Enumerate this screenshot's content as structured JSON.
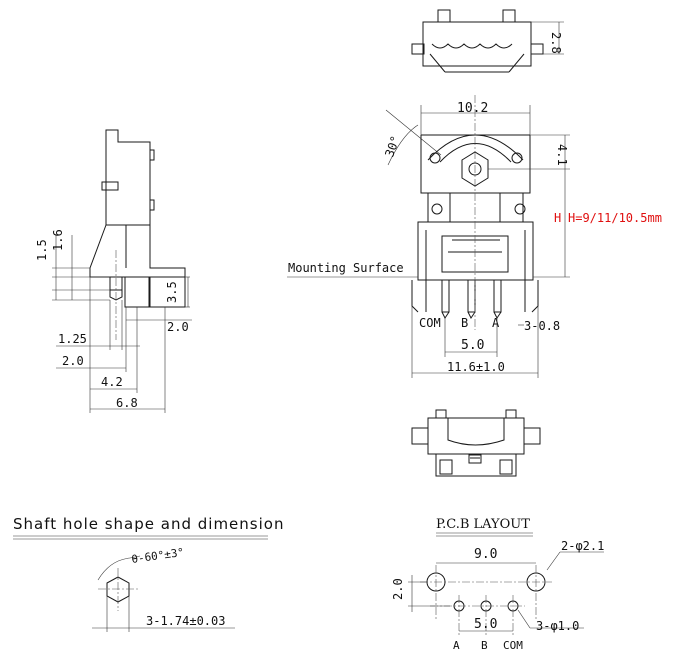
{
  "labels": {
    "height_options": "H=9/11/10.5mm",
    "mounting_surface": "Mounting Surface",
    "shaft_hole_title": "Shaft hole shape and dimension",
    "pcb_layout_title": "P.C.B LAYOUT",
    "h": "H",
    "com": "COM",
    "b": "B",
    "a": "A"
  },
  "dimensions": {
    "top_height": "2.8",
    "front_width": "10.2",
    "angle_top": "30°",
    "top_offset": "4.1",
    "pin_pitch": "5.0",
    "pin_size": "3-0.8",
    "overall_width": "11.6±1.0",
    "side_1_5": "1.5",
    "side_1_6": "1.6",
    "side_3_5": "3.5",
    "side_2_0_right": "2.0",
    "side_1_25": "1.25",
    "side_2_0_left": "2.0",
    "side_4_2": "4.2",
    "side_6_8": "6.8",
    "shaft_angle": "θ-60°±3°",
    "shaft_flats": "3-1.74±0.03",
    "pcb_9_0": "9.0",
    "pcb_big_holes": "2-φ2.1",
    "pcb_2_0": "2.0",
    "pcb_5_0": "5.0",
    "pcb_small_holes": "3-φ1.0"
  },
  "colors": {
    "line": "#1a1a1a",
    "accent_red": "#e01010",
    "background": "#ffffff"
  }
}
